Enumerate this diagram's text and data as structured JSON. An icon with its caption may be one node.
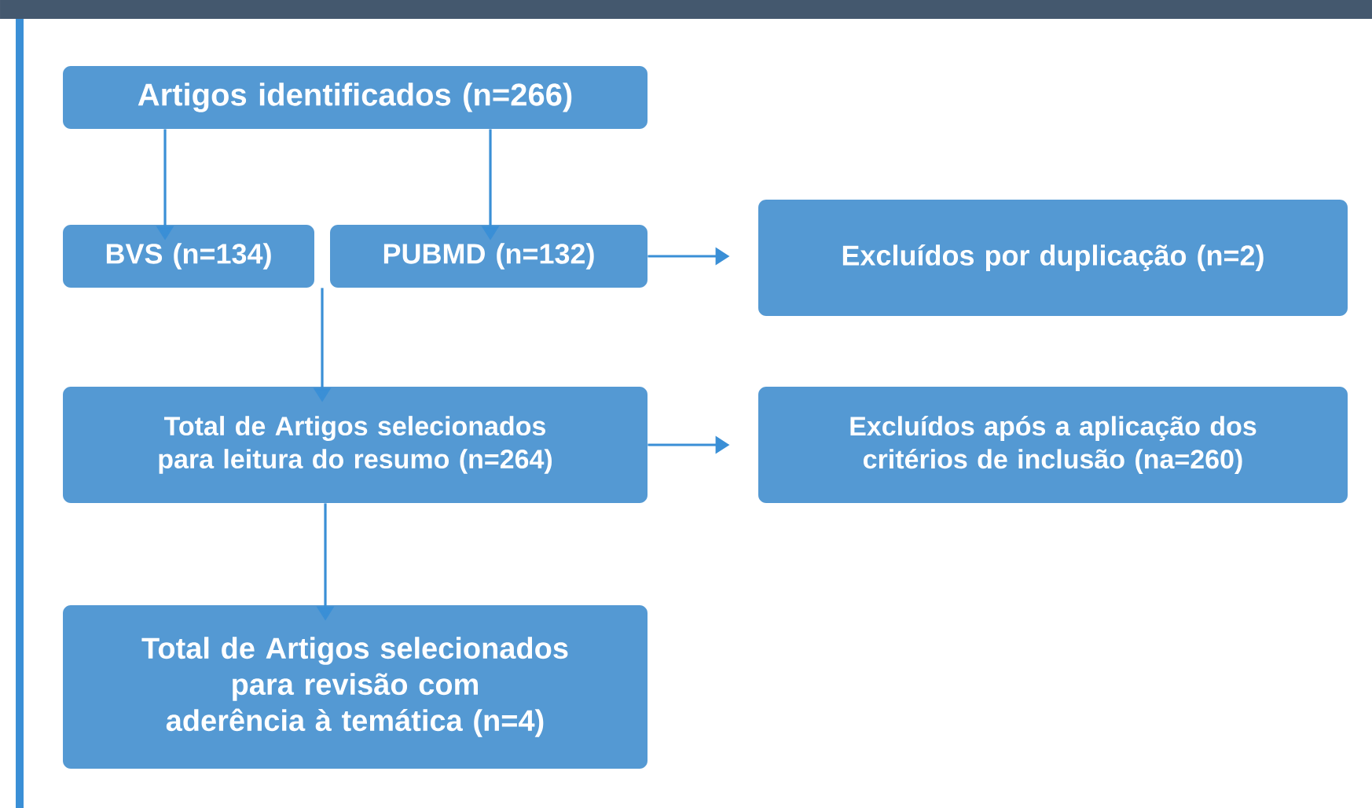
{
  "diagram": {
    "nodes": [
      {
        "text": [
          "Artigos identificados (n=266)"
        ]
      },
      {
        "text": [
          "BVS (n=134)"
        ]
      },
      {
        "text": [
          "PUBMD (n=132)"
        ]
      },
      {
        "text": [
          "Excluídos por duplicação (n=2)"
        ]
      },
      {
        "text": [
          "Total de Artigos selecionados para leitura do resumo (n=264)"
        ]
      },
      {
        "text": [
          "Excluídos após a aplicação dos critérios de inclusão (na=260)"
        ]
      },
      {
        "text": [
          "Total de Artigos selecionados para revisão com aderência à temática (n=4)"
        ]
      }
    ],
    "edges": [
      {
        "from": 0,
        "to": 1,
        "arrow": "to"
      },
      {
        "from": 0,
        "to": 2,
        "arrow": "to"
      },
      {
        "from": 2,
        "to": 3,
        "arrow": "to"
      },
      {
        "from": 1,
        "to": 4,
        "arrow": "to"
      },
      {
        "from": 2,
        "to": 4,
        "arrow": "to"
      },
      {
        "from": 4,
        "to": 5,
        "arrow": "to"
      },
      {
        "from": 4,
        "to": 6,
        "arrow": "to"
      }
    ]
  }
}
